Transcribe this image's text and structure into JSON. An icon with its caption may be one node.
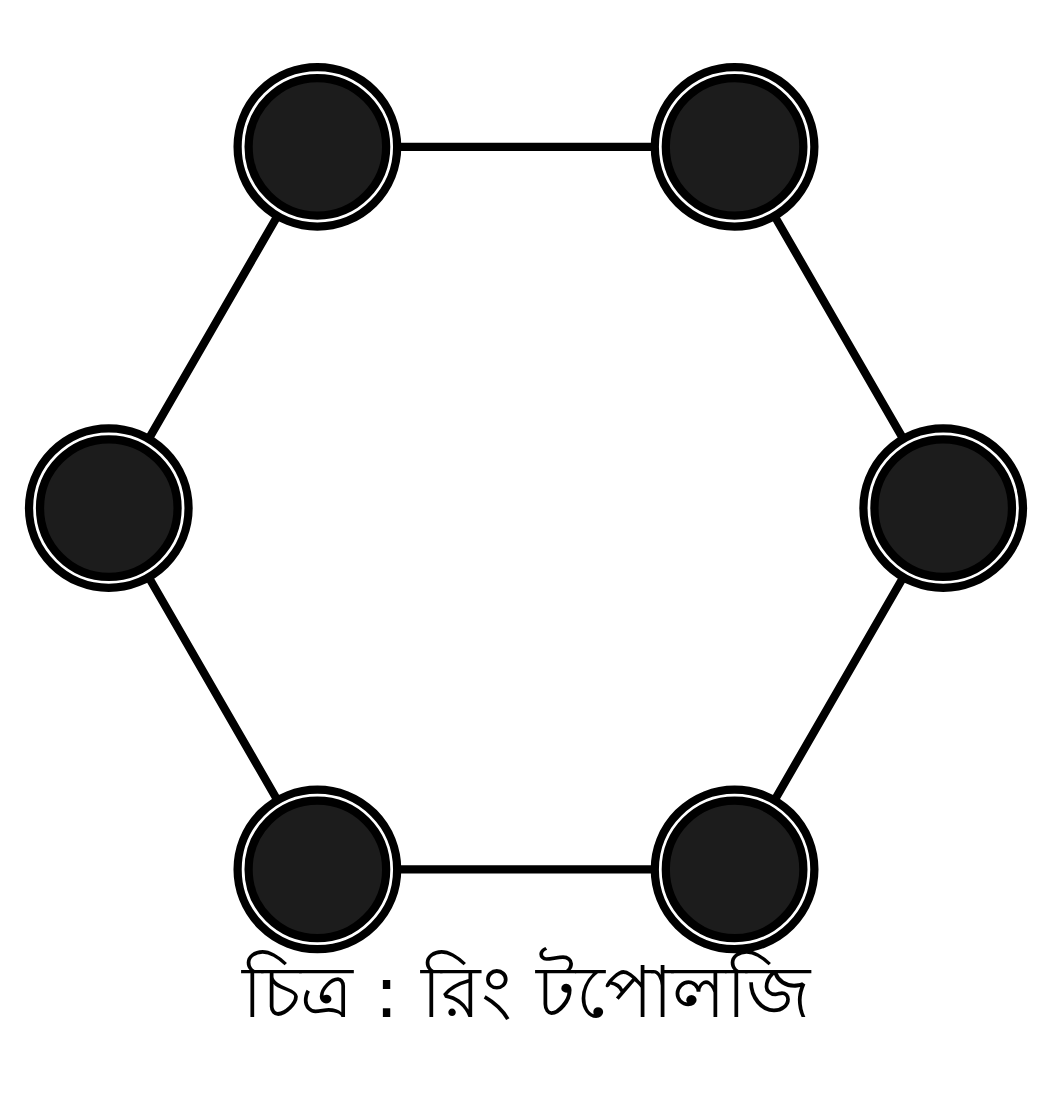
{
  "diagram": {
    "caption": "চিত্র : রিং টপোলজি",
    "nodes": [
      {
        "text": [],
        "shape": "circle"
      },
      {
        "text": [],
        "shape": "circle"
      },
      {
        "text": [],
        "shape": "circle"
      },
      {
        "text": [],
        "shape": "circle"
      },
      {
        "text": [],
        "shape": "circle"
      },
      {
        "text": [],
        "shape": "circle"
      }
    ],
    "edges": [
      {
        "from": 0,
        "to": 1,
        "arrow": "none"
      },
      {
        "from": 1,
        "to": 3,
        "arrow": "none"
      },
      {
        "from": 3,
        "to": 5,
        "arrow": "none"
      },
      {
        "from": 5,
        "to": 4,
        "arrow": "none"
      },
      {
        "from": 4,
        "to": 2,
        "arrow": "none"
      },
      {
        "from": 2,
        "to": 0,
        "arrow": "none"
      }
    ]
  }
}
